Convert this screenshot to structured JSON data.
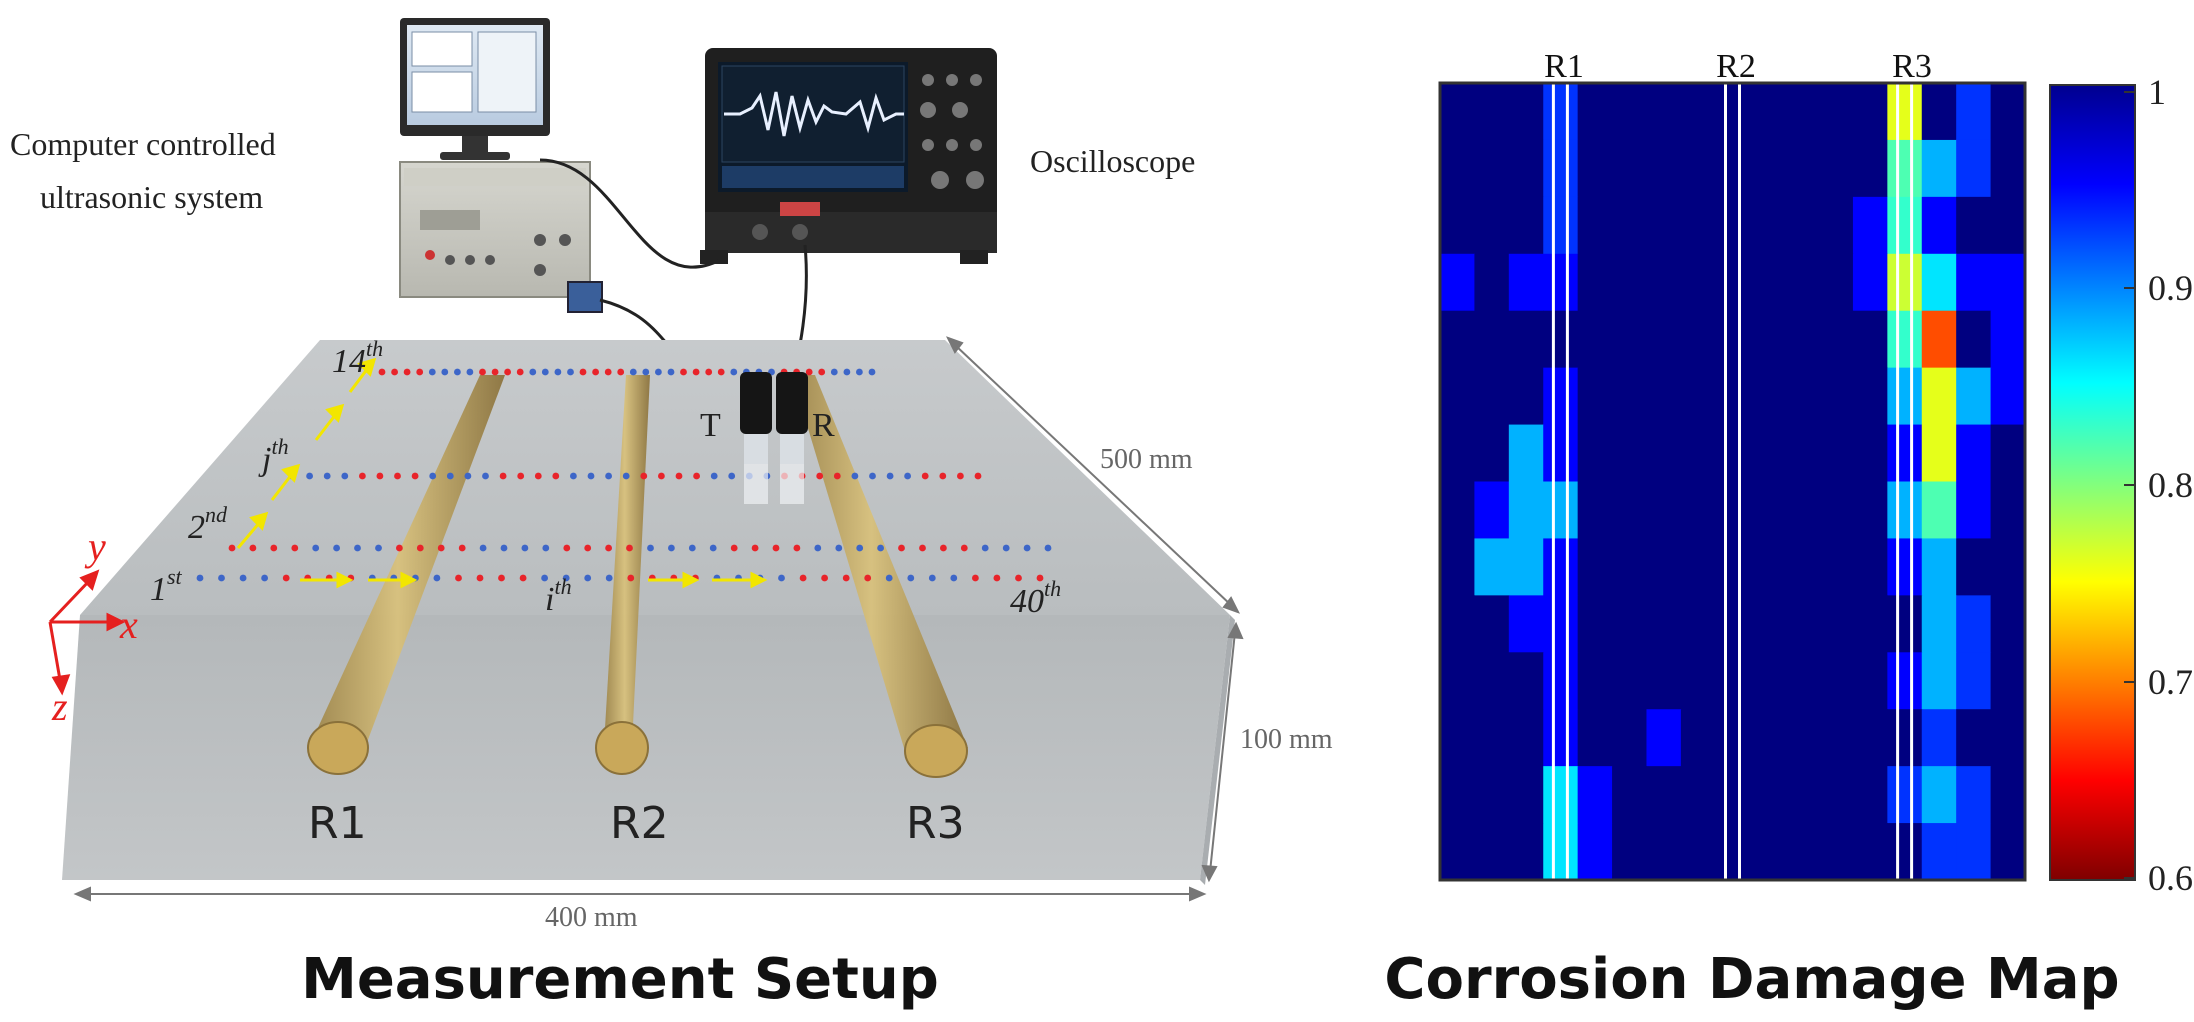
{
  "setup": {
    "title": "Measurement Setup",
    "computer_label_line1": "Computer controlled",
    "computer_label_line2": "ultrasonic system",
    "oscilloscope_label": "Oscilloscope",
    "dimension_length": "500 mm",
    "dimension_depth": "100 mm",
    "dimension_width": "400 mm",
    "transmitter_label": "T",
    "receiver_label": "R",
    "rebar_labels": [
      "R1",
      "R2",
      "R3"
    ],
    "line_labels": {
      "first": {
        "base": "1",
        "sup": "st"
      },
      "second": {
        "base": "2",
        "sup": "nd"
      },
      "jth": {
        "base": "j",
        "sup": "th"
      },
      "fourteenth": {
        "base": "14",
        "sup": "th"
      },
      "ith": {
        "base": "i",
        "sup": "th"
      },
      "fortieth": {
        "base": "40",
        "sup": "th"
      }
    },
    "axes": {
      "x": "x",
      "y": "y",
      "z": "z"
    },
    "colors": {
      "concrete": "#bfc3c6",
      "rebar": "#c9a85a",
      "red_dot": "#e8242a",
      "blue_dot": "#3d66c8",
      "arrow": "#f2e600",
      "axis": "#e5201f"
    }
  },
  "map": {
    "title": "Corrosion Damage Map",
    "rebar_labels": [
      "R1",
      "R2",
      "R3"
    ],
    "colorbar_ticks": [
      "1",
      "0.9",
      "0.8",
      "0.7",
      "0.6"
    ]
  },
  "chart_data": {
    "type": "heatmap",
    "title": "Corrosion Damage Map",
    "columns": 17,
    "rows": 14,
    "value_range": [
      0.6,
      1
    ],
    "colormap": "jet",
    "rebar_columns": {
      "R1": 3,
      "R2": 8,
      "R3": 13
    },
    "values": [
      [
        1,
        1,
        1,
        0.93,
        1,
        1,
        1,
        1,
        1,
        1,
        1,
        1,
        1,
        0.76,
        1,
        0.93,
        1
      ],
      [
        1,
        1,
        1,
        0.93,
        1,
        1,
        1,
        1,
        1,
        1,
        1,
        1,
        1,
        0.82,
        0.88,
        0.93,
        1
      ],
      [
        1,
        1,
        1,
        0.93,
        1,
        1,
        1,
        1,
        1,
        1,
        1,
        1,
        0.95,
        0.83,
        0.95,
        1,
        1
      ],
      [
        0.95,
        1,
        0.95,
        0.95,
        1,
        1,
        1,
        1,
        1,
        1,
        1,
        1,
        0.95,
        0.77,
        0.86,
        0.95,
        0.95
      ],
      [
        1,
        1,
        1,
        1,
        1,
        1,
        1,
        1,
        1,
        1,
        1,
        1,
        1,
        0.83,
        0.68,
        1,
        0.95
      ],
      [
        1,
        1,
        1,
        0.95,
        1,
        1,
        1,
        1,
        1,
        1,
        1,
        1,
        1,
        0.88,
        0.76,
        0.88,
        0.95
      ],
      [
        1,
        1,
        0.88,
        0.95,
        1,
        1,
        1,
        1,
        1,
        1,
        1,
        1,
        1,
        0.95,
        0.76,
        0.95,
        1
      ],
      [
        1,
        0.95,
        0.88,
        0.88,
        1,
        1,
        1,
        1,
        1,
        1,
        1,
        1,
        1,
        0.88,
        0.82,
        0.95,
        1
      ],
      [
        1,
        0.88,
        0.88,
        0.95,
        1,
        1,
        1,
        1,
        1,
        1,
        1,
        1,
        1,
        0.95,
        0.88,
        1,
        1
      ],
      [
        1,
        1,
        0.95,
        0.95,
        1,
        1,
        1,
        1,
        1,
        1,
        1,
        1,
        1,
        1,
        0.88,
        0.93,
        1
      ],
      [
        1,
        1,
        1,
        0.95,
        1,
        1,
        1,
        1,
        1,
        1,
        1,
        1,
        1,
        0.95,
        0.88,
        0.93,
        1
      ],
      [
        1,
        1,
        1,
        0.95,
        1,
        1,
        0.95,
        1,
        1,
        1,
        1,
        1,
        1,
        1,
        0.93,
        1,
        1
      ],
      [
        1,
        1,
        1,
        0.86,
        0.95,
        1,
        1,
        1,
        1,
        1,
        1,
        1,
        1,
        0.93,
        0.88,
        0.93,
        1
      ],
      [
        1,
        1,
        1,
        0.86,
        0.95,
        1,
        1,
        1,
        1,
        1,
        1,
        1,
        1,
        1,
        0.93,
        0.93,
        1
      ]
    ]
  }
}
